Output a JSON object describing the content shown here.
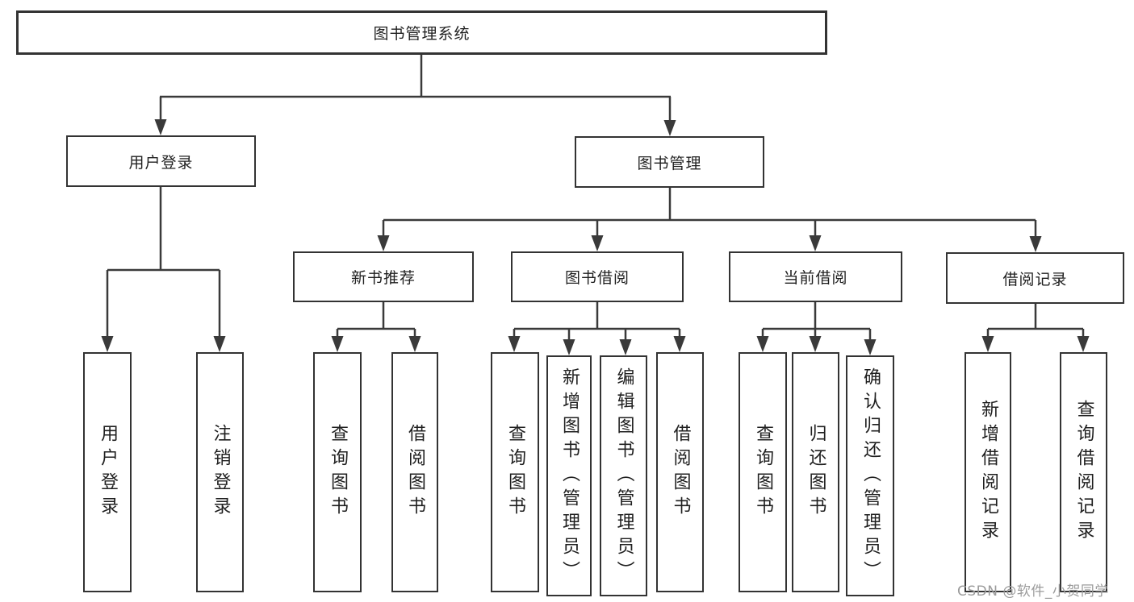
{
  "tree": {
    "root": {
      "label": "图书管理系统"
    },
    "branches": [
      {
        "label": "用户登录",
        "children": [
          {
            "label": "用户登录"
          },
          {
            "label": "注销登录"
          }
        ]
      },
      {
        "label": "图书管理",
        "children": [
          {
            "label": "新书推荐",
            "children": [
              {
                "label": "查询图书"
              },
              {
                "label": "借阅图书"
              }
            ]
          },
          {
            "label": "图书借阅",
            "children": [
              {
                "label": "查询图书"
              },
              {
                "label": "新增图书（管理员）"
              },
              {
                "label": "编辑图书（管理员）"
              },
              {
                "label": "借阅图书"
              }
            ]
          },
          {
            "label": "当前借阅",
            "children": [
              {
                "label": "查询图书"
              },
              {
                "label": "归还图书"
              },
              {
                "label": "确认归还（管理员）"
              }
            ]
          },
          {
            "label": "借阅记录",
            "children": [
              {
                "label": "新增借阅记录"
              },
              {
                "label": "查询借阅记录"
              }
            ]
          }
        ]
      }
    ]
  },
  "watermark": {
    "text": "CSDN @软件_小贺同学",
    "color": "#9b9b9b"
  },
  "colors": {
    "background": "#ffffff",
    "box_fill": "#ffffff",
    "box_border": "#333333",
    "line": "#3a3a3a",
    "text": "#1f1f1f"
  }
}
